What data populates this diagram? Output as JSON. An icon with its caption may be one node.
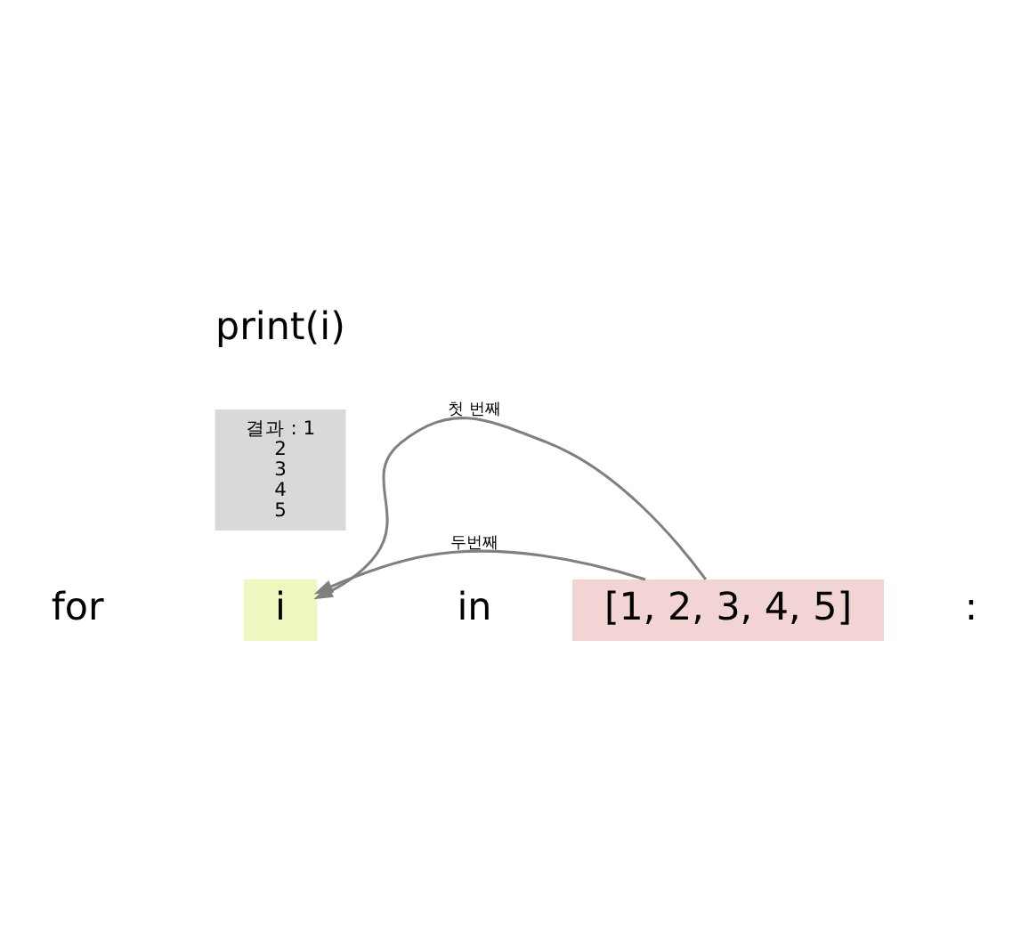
{
  "diagram": {
    "nodes": [
      {
        "text": [
          "i"
        ]
      },
      {
        "text": [
          "[1, 2, 3, 4, 5]"
        ]
      },
      {
        "text": [
          "결과 : 1",
          "2",
          "3",
          "4",
          "5"
        ]
      }
    ],
    "edges": [
      {
        "from": 1,
        "to": 0,
        "arrow": "to",
        "label": "첫 번째"
      },
      {
        "from": 1,
        "to": 0,
        "arrow": "to",
        "label": "두번째"
      }
    ],
    "labels": [
      "for",
      "in",
      ":",
      "print(i)"
    ]
  }
}
